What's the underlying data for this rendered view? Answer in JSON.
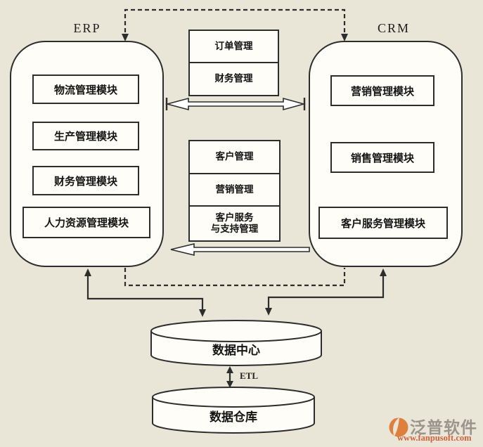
{
  "colors": {
    "background": "#e9e6d8",
    "line": "#2d2d2d",
    "box_fill": "#fefdf8",
    "logo_orange": "#df7f3e",
    "logo_gray": "#9a948c",
    "logo_url_color": "#d65f3c"
  },
  "erp": {
    "label": "ERP",
    "modules": [
      "物流管理模块",
      "生产管理模块",
      "财务管理模块",
      "人力资源管理模块"
    ]
  },
  "crm": {
    "label": "CRM",
    "modules": [
      "营销管理模块",
      "销售管理模块",
      "客户服务管理模块"
    ]
  },
  "bridge_top": {
    "items": [
      "订单管理",
      "财务管理"
    ]
  },
  "bridge_bottom": {
    "items": [
      "客户管理",
      "营销管理"
    ],
    "item3_line1": "客户服务",
    "item3_line2": "与支持管理"
  },
  "storage": {
    "data_center": "数据中心",
    "etl": "ETL",
    "data_warehouse": "数据仓库"
  },
  "logo": {
    "name": "泛普软件",
    "url": "www.fanpusoft.com"
  }
}
